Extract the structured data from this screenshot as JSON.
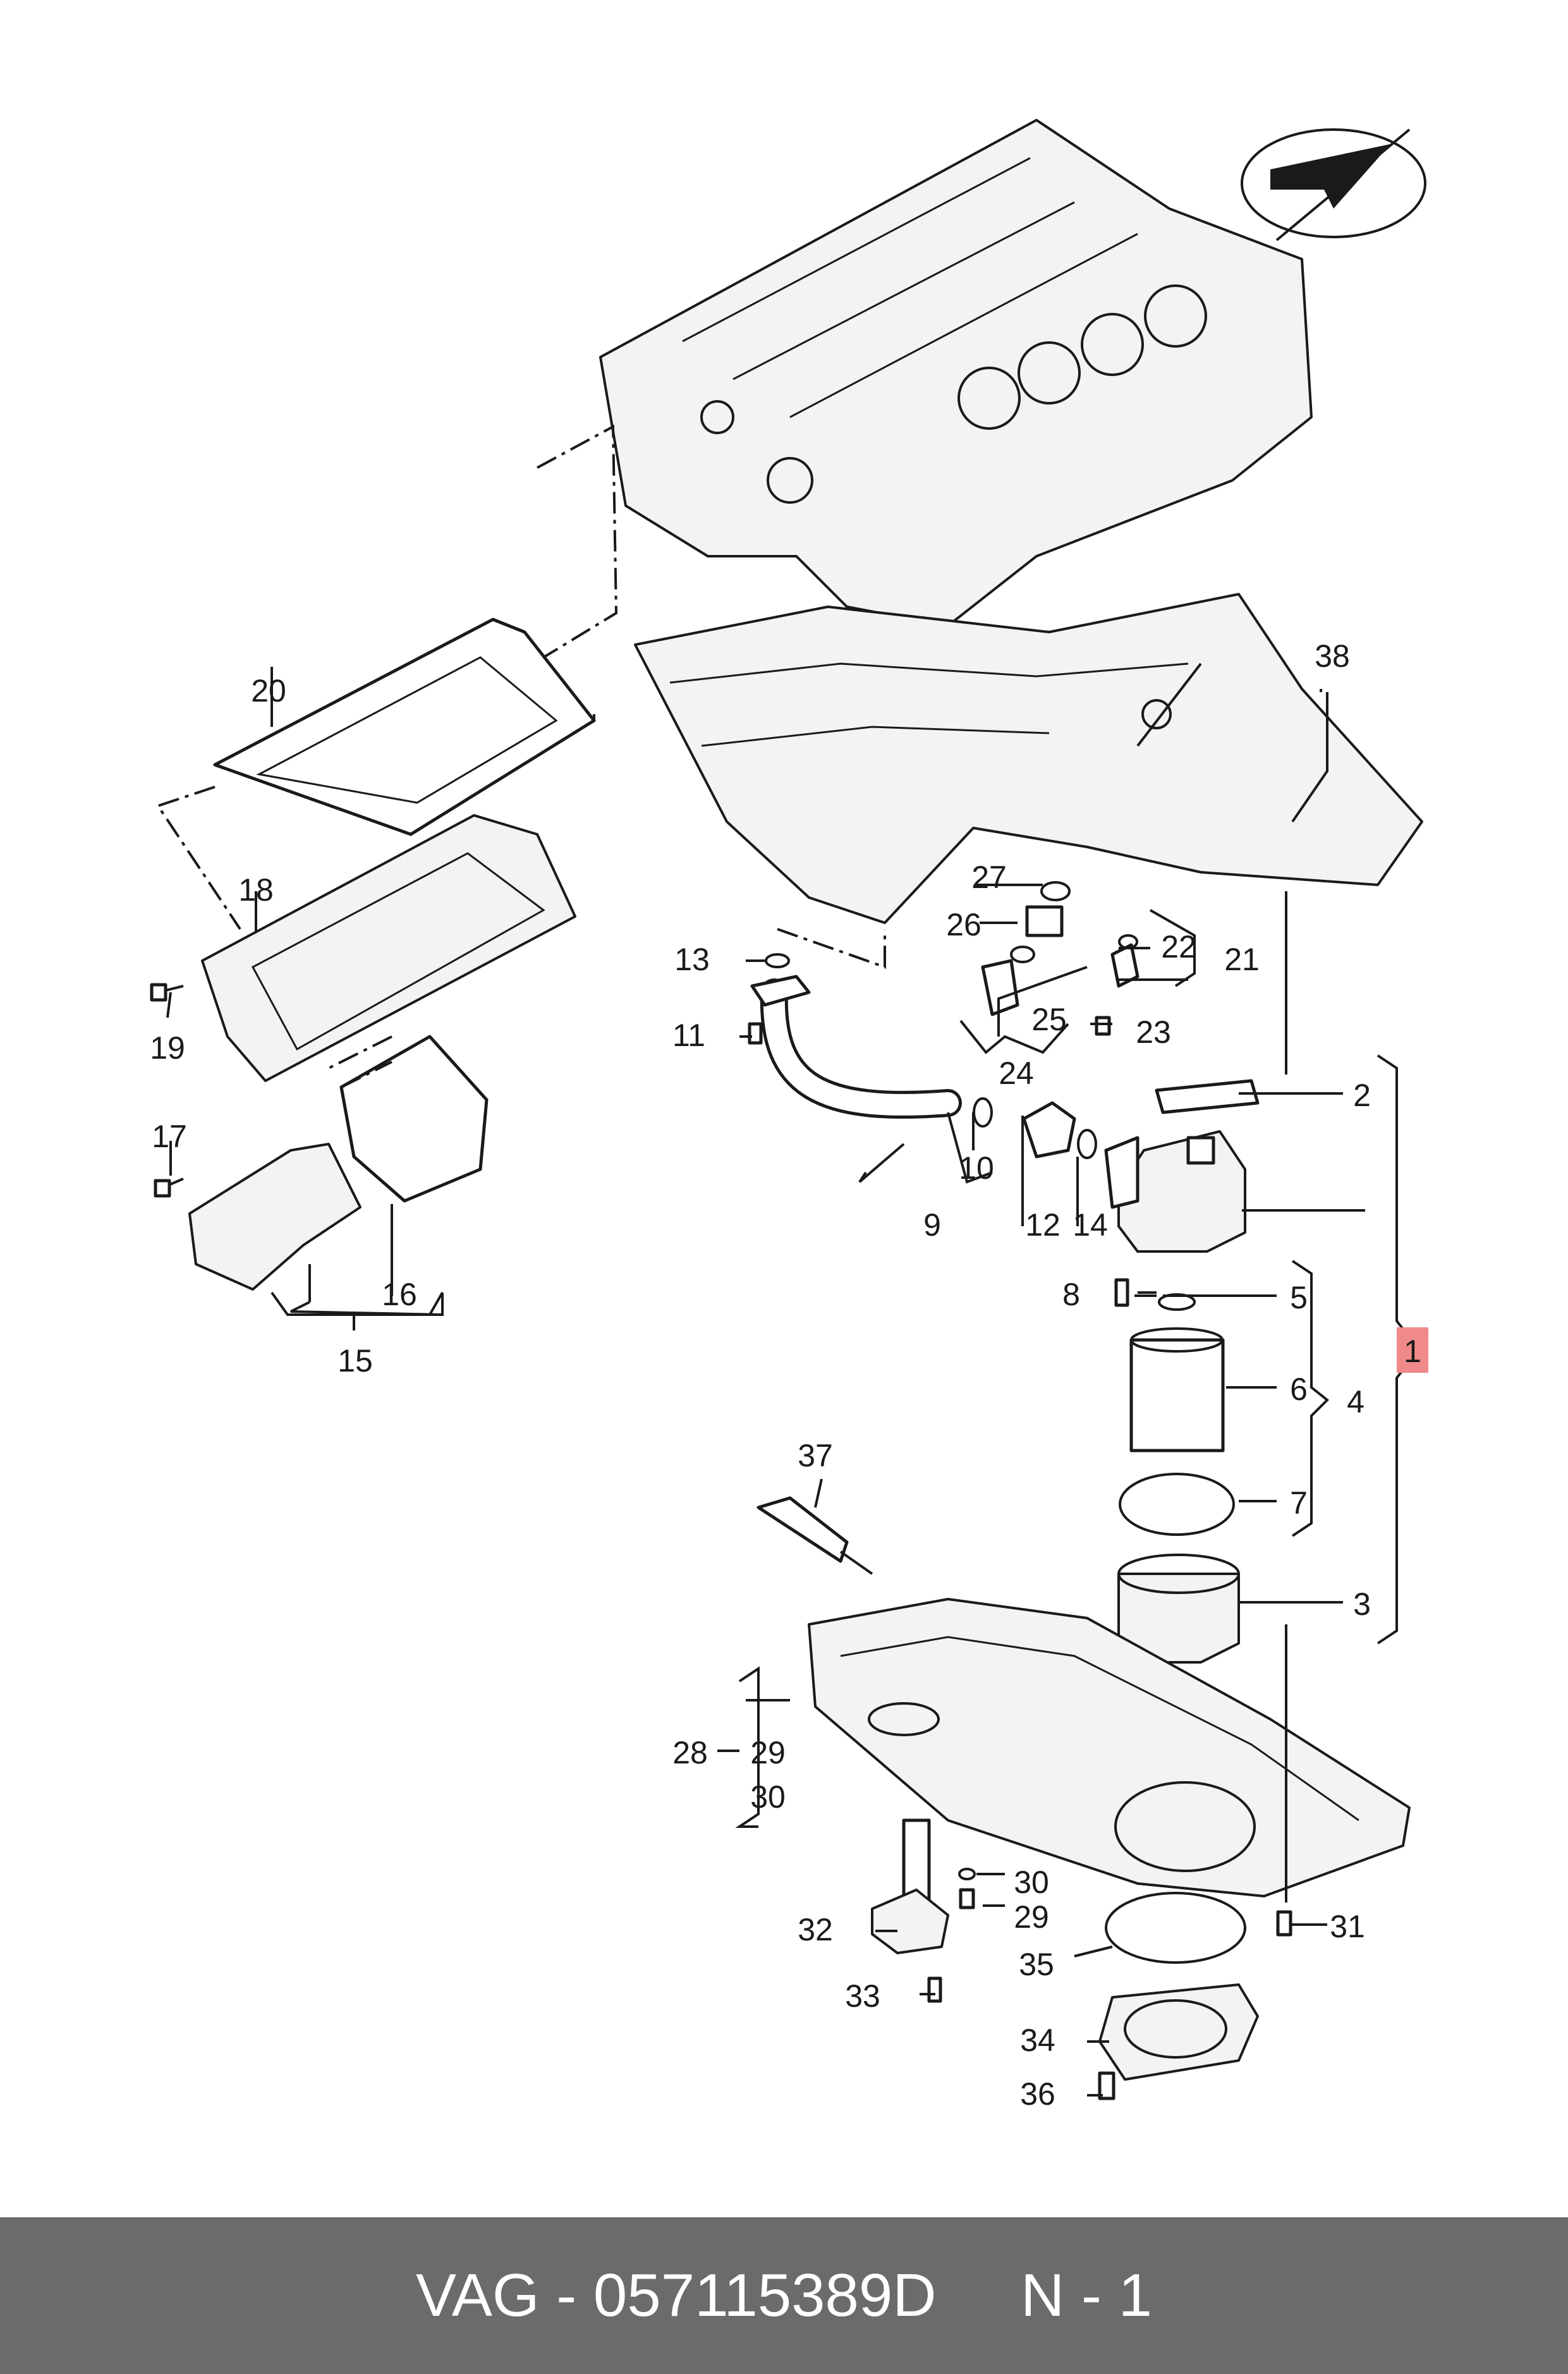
{
  "callouts": {
    "c1": "1",
    "c2": "2",
    "c3": "3",
    "c4": "4",
    "c5": "5",
    "c6": "6",
    "c7": "7",
    "c8": "8",
    "c9": "9",
    "c10": "10",
    "c11": "11",
    "c12": "12",
    "c13": "13",
    "c14": "14",
    "c15": "15",
    "c16": "16",
    "c17": "17",
    "c18": "18",
    "c19": "19",
    "c20": "20",
    "c21": "21",
    "c22": "22",
    "c23": "23",
    "c24": "24",
    "c25": "25",
    "c26": "26",
    "c27": "27",
    "c28": "28",
    "c29a": "29",
    "c29b": "29",
    "c30a": "30",
    "c30b": "30",
    "c31": "31",
    "c32": "32",
    "c33": "33",
    "c34": "34",
    "c35": "35",
    "c36": "36",
    "c37": "37",
    "c38": "38"
  },
  "highlight_color": "#f08a8a",
  "footer": {
    "part_code": "VAG - 057115389D",
    "position": "N - 1",
    "background": "#6b6b6b"
  },
  "icons": [
    "plane-direction-logo-icon"
  ]
}
